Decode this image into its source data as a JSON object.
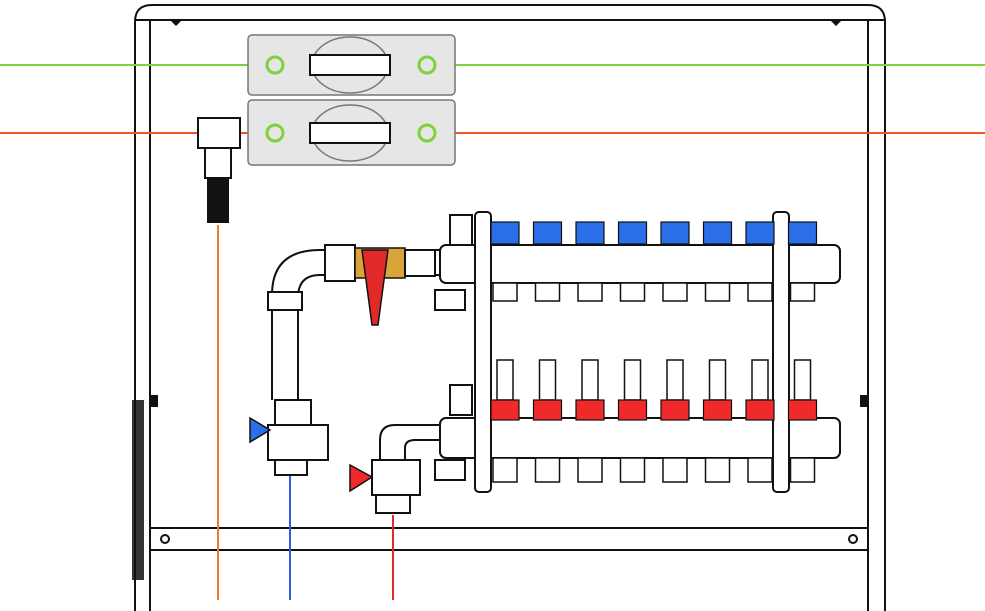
{
  "diagram": {
    "colors": {
      "supply_line": "#7fd23a",
      "return_line": "#f0552a",
      "pipe_orange": "#f07a2a",
      "pipe_blue": "#2c5fd8",
      "pipe_red": "#e02a2a",
      "cap_blue": "#2a6ee8",
      "cap_red": "#f02a2a",
      "brass": "#d9a43a",
      "outline": "#111111"
    },
    "manifold_outlets": 8,
    "icons": [
      "cabinet",
      "heat-meter",
      "manifold",
      "ball-valve",
      "flow-meter",
      "filter"
    ]
  }
}
